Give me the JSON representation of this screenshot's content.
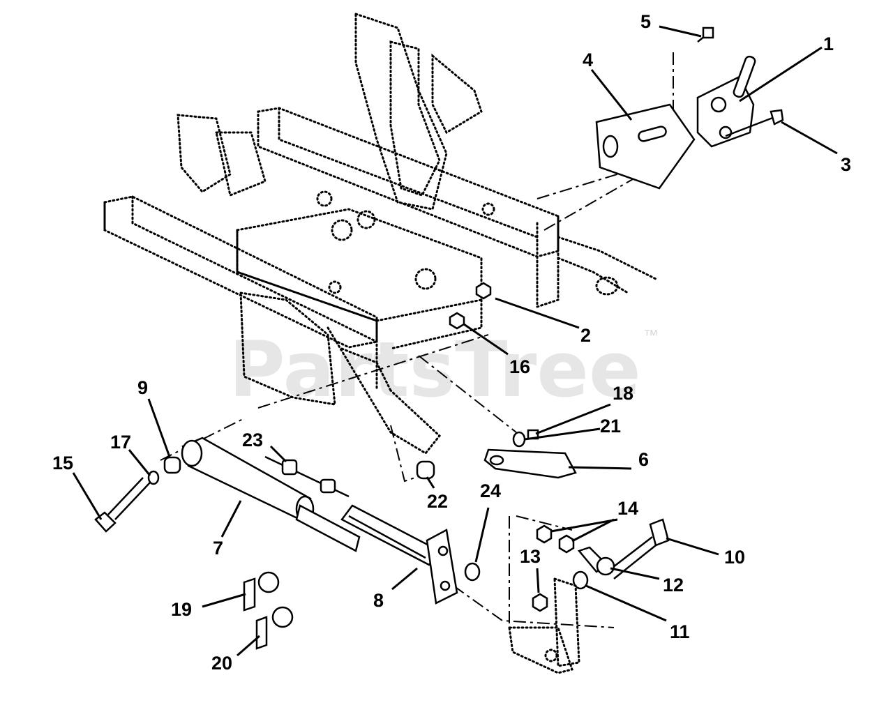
{
  "watermark": {
    "text": "PartsTree",
    "tm": "™"
  },
  "callouts": [
    {
      "num": "1"
    },
    {
      "num": "2"
    },
    {
      "num": "3"
    },
    {
      "num": "4"
    },
    {
      "num": "5"
    },
    {
      "num": "6"
    },
    {
      "num": "7"
    },
    {
      "num": "8"
    },
    {
      "num": "9"
    },
    {
      "num": "10"
    },
    {
      "num": "11"
    },
    {
      "num": "12"
    },
    {
      "num": "13"
    },
    {
      "num": "14"
    },
    {
      "num": "15"
    },
    {
      "num": "16"
    },
    {
      "num": "17"
    },
    {
      "num": "18"
    },
    {
      "num": "19"
    },
    {
      "num": "20"
    },
    {
      "num": "21"
    },
    {
      "num": "22"
    },
    {
      "num": "23"
    },
    {
      "num": "24"
    }
  ]
}
